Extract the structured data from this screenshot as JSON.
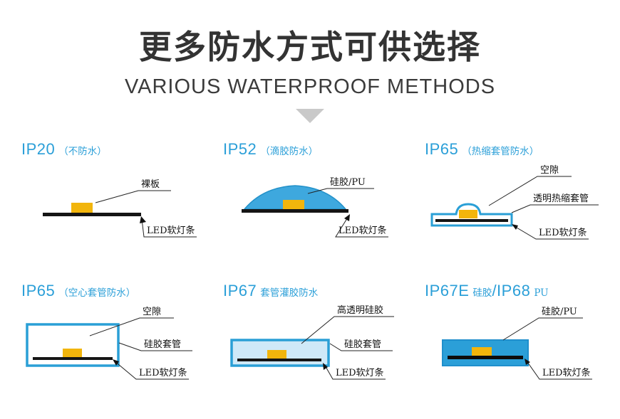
{
  "header": {
    "title": "更多防水方式可供选择",
    "subtitle": "VARIOUS WATERPROOF METHODS"
  },
  "panels": [
    {
      "ip": "IP20",
      "desc": "（不防水）",
      "labels": {
        "top": "裸板",
        "bottom": "LED软灯条"
      }
    },
    {
      "ip": "IP52",
      "desc": "（滴胶防水）",
      "labels": {
        "top": "硅胶/PU",
        "bottom": "LED软灯条"
      }
    },
    {
      "ip": "IP65",
      "desc": "（热缩套管防水）",
      "labels": {
        "top": "空隙",
        "mid": "透明热缩套管",
        "bottom": "LED软灯条"
      }
    },
    {
      "ip": "IP65",
      "desc": "（空心套管防水）",
      "labels": {
        "top": "空隙",
        "mid": "硅胶套管",
        "bottom": "LED软灯条"
      }
    },
    {
      "ip": "IP67",
      "desc": "套管灌胶防水",
      "labels": {
        "top": "高透明硅胶",
        "mid": "硅胶套管",
        "bottom": "LED软灯条"
      }
    },
    {
      "ip": "IP67E",
      "desc": "硅胶",
      "ip2": "/IP68",
      "desc2": "PU",
      "labels": {
        "top": "硅胶/PU",
        "bottom": "LED软灯条"
      }
    }
  ],
  "colors": {
    "accent": "#2b9fd8",
    "tube_stroke": "#2a9fd6",
    "chip": "#f2b50c",
    "dome": "#3ea8de",
    "glue_fill": "#cfe9f8",
    "bar": "#151515",
    "arrow_gray": "#c9c9c9",
    "title_color": "#333333"
  }
}
